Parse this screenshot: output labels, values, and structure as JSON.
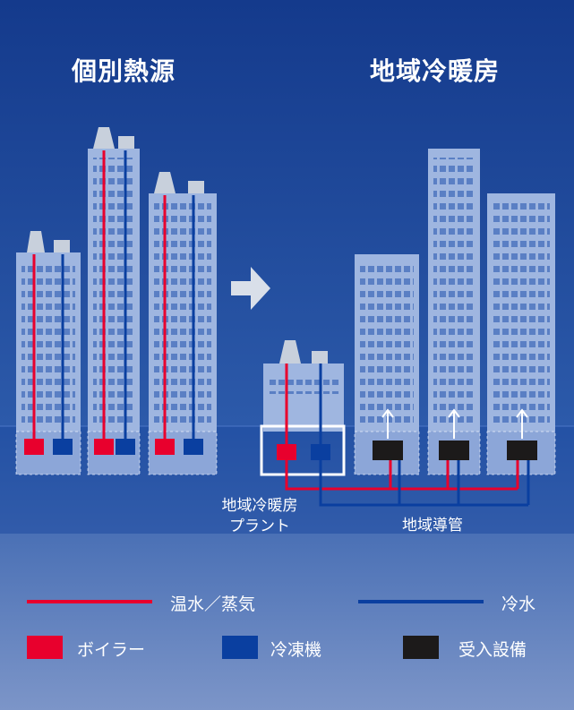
{
  "titles": {
    "left": "個別熱源",
    "right": "地域冷暖房"
  },
  "labels": {
    "plant_line1": "地域冷暖房",
    "plant_line2": "プラント",
    "pipe": "地域導管"
  },
  "legend": {
    "hot_water": "温水／蒸気",
    "cold_water": "冷水",
    "boiler": "ボイラー",
    "chiller": "冷凍機",
    "receiver": "受入設備"
  },
  "colors": {
    "hot": "#e8002d",
    "cold": "#0a3fa0",
    "receiver": "#1c1a1a",
    "building": "#9fb6e0",
    "window": "#5a7fc4",
    "bg_top": "#143a8c",
    "bg_bottom": "#7c95c8"
  }
}
